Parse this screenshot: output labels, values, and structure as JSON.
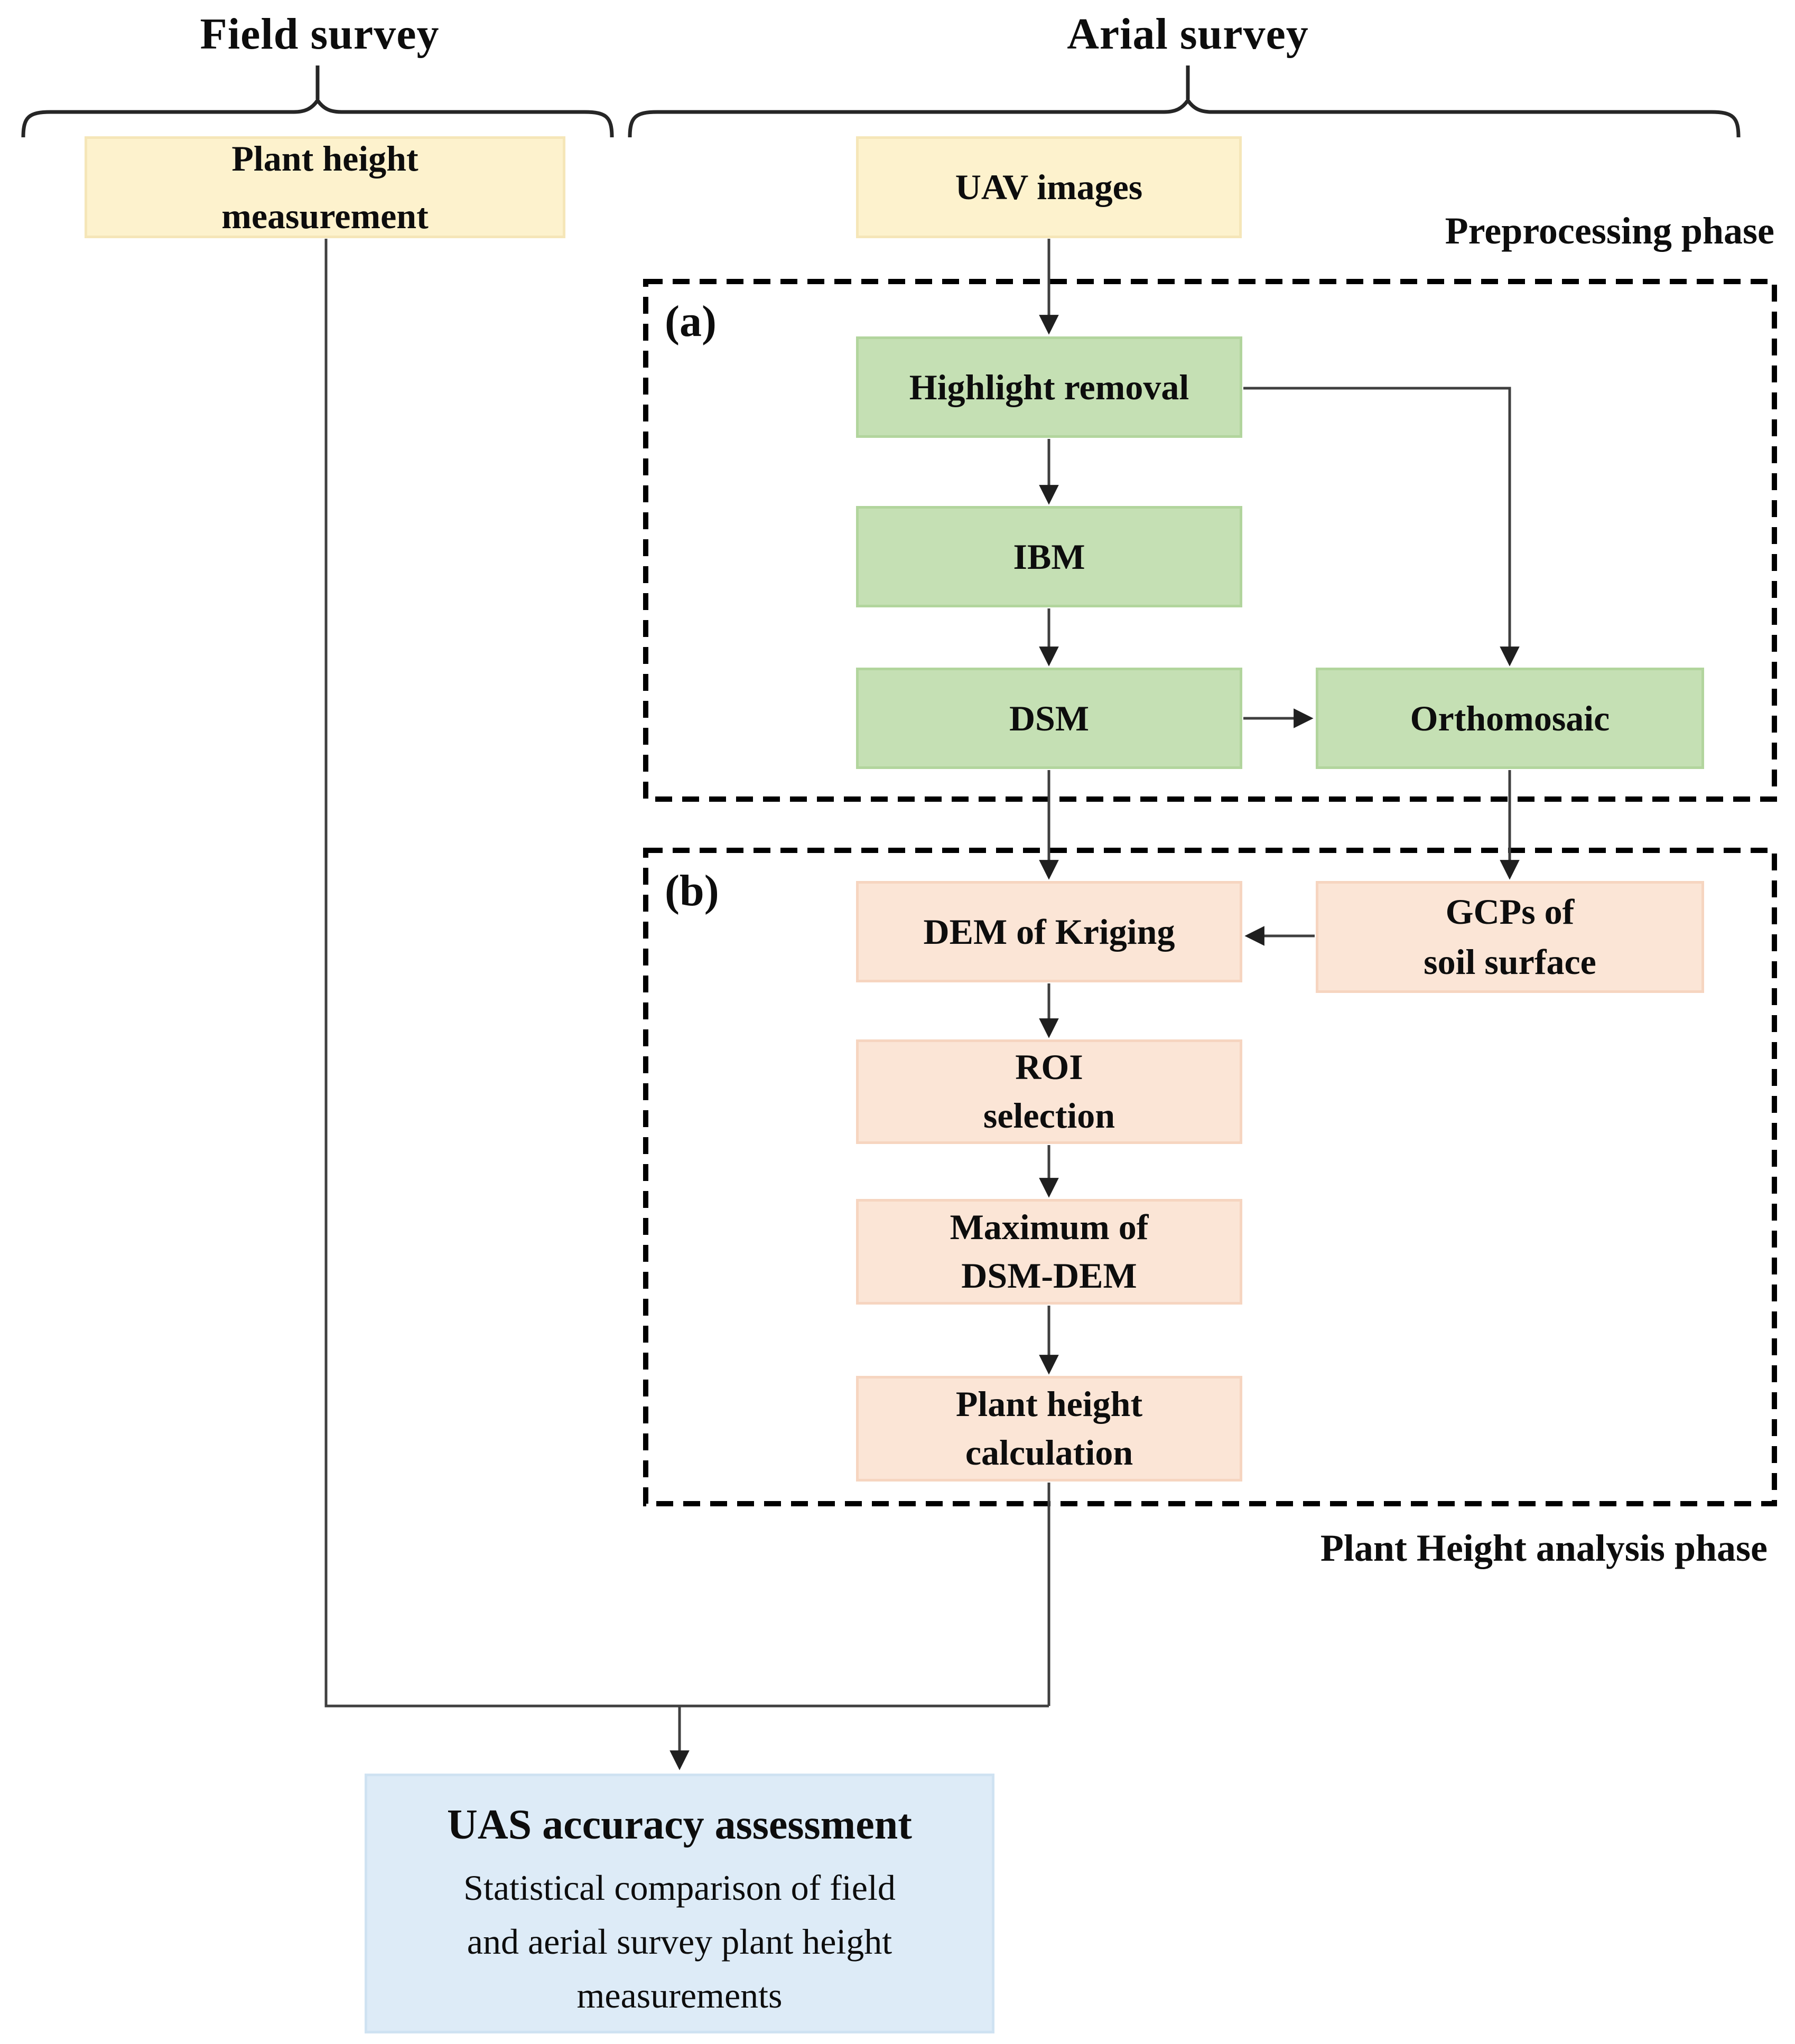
{
  "titles": {
    "field_survey": "Field survey",
    "aerial_survey": "Arial survey"
  },
  "phases": {
    "preprocessing": "Preprocessing phase",
    "analysis": "Plant Height analysis phase"
  },
  "sections": {
    "a": "(a)",
    "b": "(b)"
  },
  "nodes": {
    "plant_height_measurement": {
      "lines": [
        "Plant height",
        "measurement"
      ]
    },
    "uav_images": {
      "label": "UAV images"
    },
    "highlight_removal": {
      "label": "Highlight removal"
    },
    "ibm": {
      "label": "IBM"
    },
    "dsm": {
      "label": "DSM"
    },
    "orthomosaic": {
      "label": "Orthomosaic"
    },
    "dem_of_kriging": {
      "label": "DEM of Kriging"
    },
    "gcps_soil_surface": {
      "lines": [
        "GCPs of",
        "soil surface"
      ]
    },
    "roi_selection": {
      "lines": [
        "ROI",
        "selection"
      ]
    },
    "maximum_dsm_dem": {
      "lines": [
        "Maximum of",
        "DSM-DEM"
      ]
    },
    "plant_height_calculation": {
      "lines": [
        "Plant height",
        "calculation"
      ]
    },
    "uas_accuracy_assessment": {
      "title": "UAS accuracy assessment",
      "lines": [
        "Statistical comparison of field",
        "and aerial survey plant height",
        "measurements"
      ]
    }
  },
  "colors": {
    "field_box_fill": "#fdf2cd",
    "field_box_border": "#f5e6b8",
    "preprocessing_box_fill": "#c5e0b4",
    "preprocessing_box_border": "#b2d59d",
    "analysis_box_fill": "#fbe5d6",
    "analysis_box_border": "#f6d5c0",
    "result_box_fill": "#ddebf7",
    "result_box_border": "#cfe2f2",
    "connector_line": "#3f3f3f",
    "arrowhead": "#1f1f1f",
    "dashed_frame": "#000000",
    "brace": "#262626",
    "text": "#0d0d0d"
  }
}
